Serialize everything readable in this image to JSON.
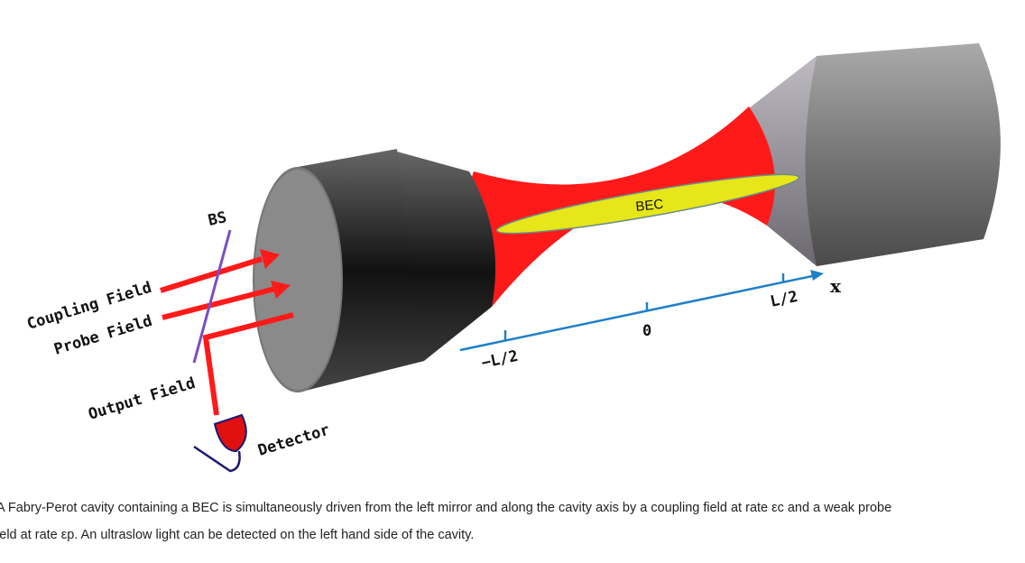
{
  "diagram": {
    "labels": {
      "bs": "BS",
      "coupling": "Coupling Field",
      "probe": "Probe Field",
      "output": "Output Field",
      "detector": "Detector",
      "bec": "BEC",
      "neg_half": "−L/2",
      "zero": "0",
      "pos_half": "L/2",
      "axis": "x"
    },
    "colors": {
      "beam": "#ff1a1a",
      "bec": "#e6e619",
      "axis": "#1f7fc8",
      "splitter": "#7a4fc0",
      "mirror": "#3a3a3a"
    }
  },
  "caption": {
    "line1": "A Fabry-Perot cavity containing a BEC is simultaneously driven from the left mirror and along the cavity axis by a coupling field at rate εc and a weak probe",
    "line2": "field at rate εp. An ultraslow light can be detected on the left hand side of the cavity."
  }
}
